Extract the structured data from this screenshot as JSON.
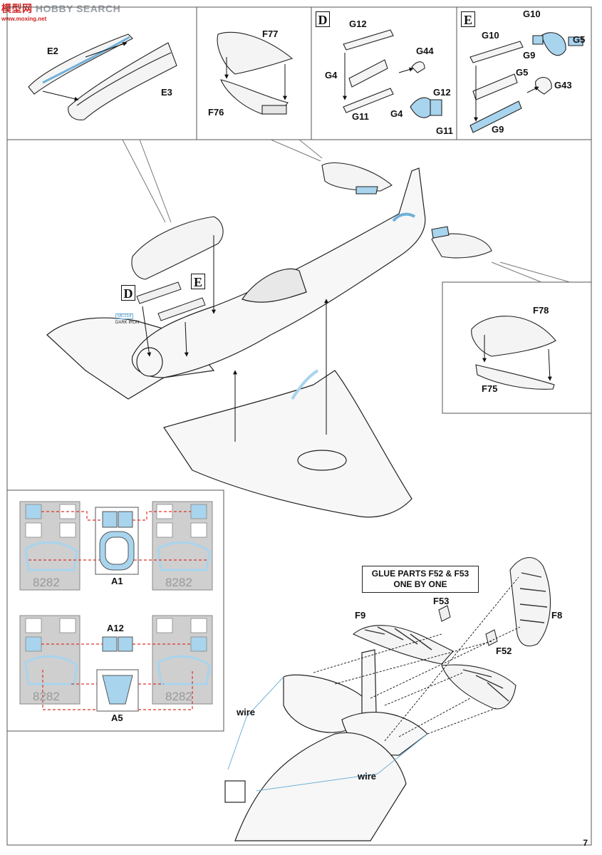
{
  "watermark": {
    "logo": "模型网",
    "brand": "HOBBY SEARCH",
    "url": "www.moxing.net"
  },
  "top_panels": {
    "p1": {
      "labels": [
        "E2",
        "E3"
      ]
    },
    "p2": {
      "labels": [
        "F77",
        "F76"
      ]
    },
    "p3": {
      "step": "D",
      "labels": [
        "G12",
        "G44",
        "G4",
        "G11",
        "G12",
        "G4",
        "G11"
      ]
    },
    "p4": {
      "step": "E",
      "labels": [
        "G10",
        "G10",
        "G5",
        "G9",
        "G5",
        "G43",
        "G9"
      ]
    }
  },
  "main_view": {
    "step_d": "D",
    "step_e": "E",
    "paint_code": "MC214",
    "paint_name": "DARK IRON",
    "detail_labels": [
      "F78",
      "F75"
    ]
  },
  "photoetch": {
    "parts": [
      "A1",
      "A12",
      "A5"
    ],
    "fret_number": "8282"
  },
  "tail": {
    "note_line1": "GLUE PARTS F52 & F53",
    "note_line2": "ONE BY ONE",
    "labels": [
      "F53",
      "F9",
      "F8",
      "F52"
    ],
    "wire_labels": [
      "wire",
      "wire"
    ]
  },
  "page_number": "7",
  "colors": {
    "accent_blue": "#a8d4ee",
    "guide_red": "#d9342b",
    "line": "#222222",
    "fill_grey": "#cfcfcf"
  }
}
